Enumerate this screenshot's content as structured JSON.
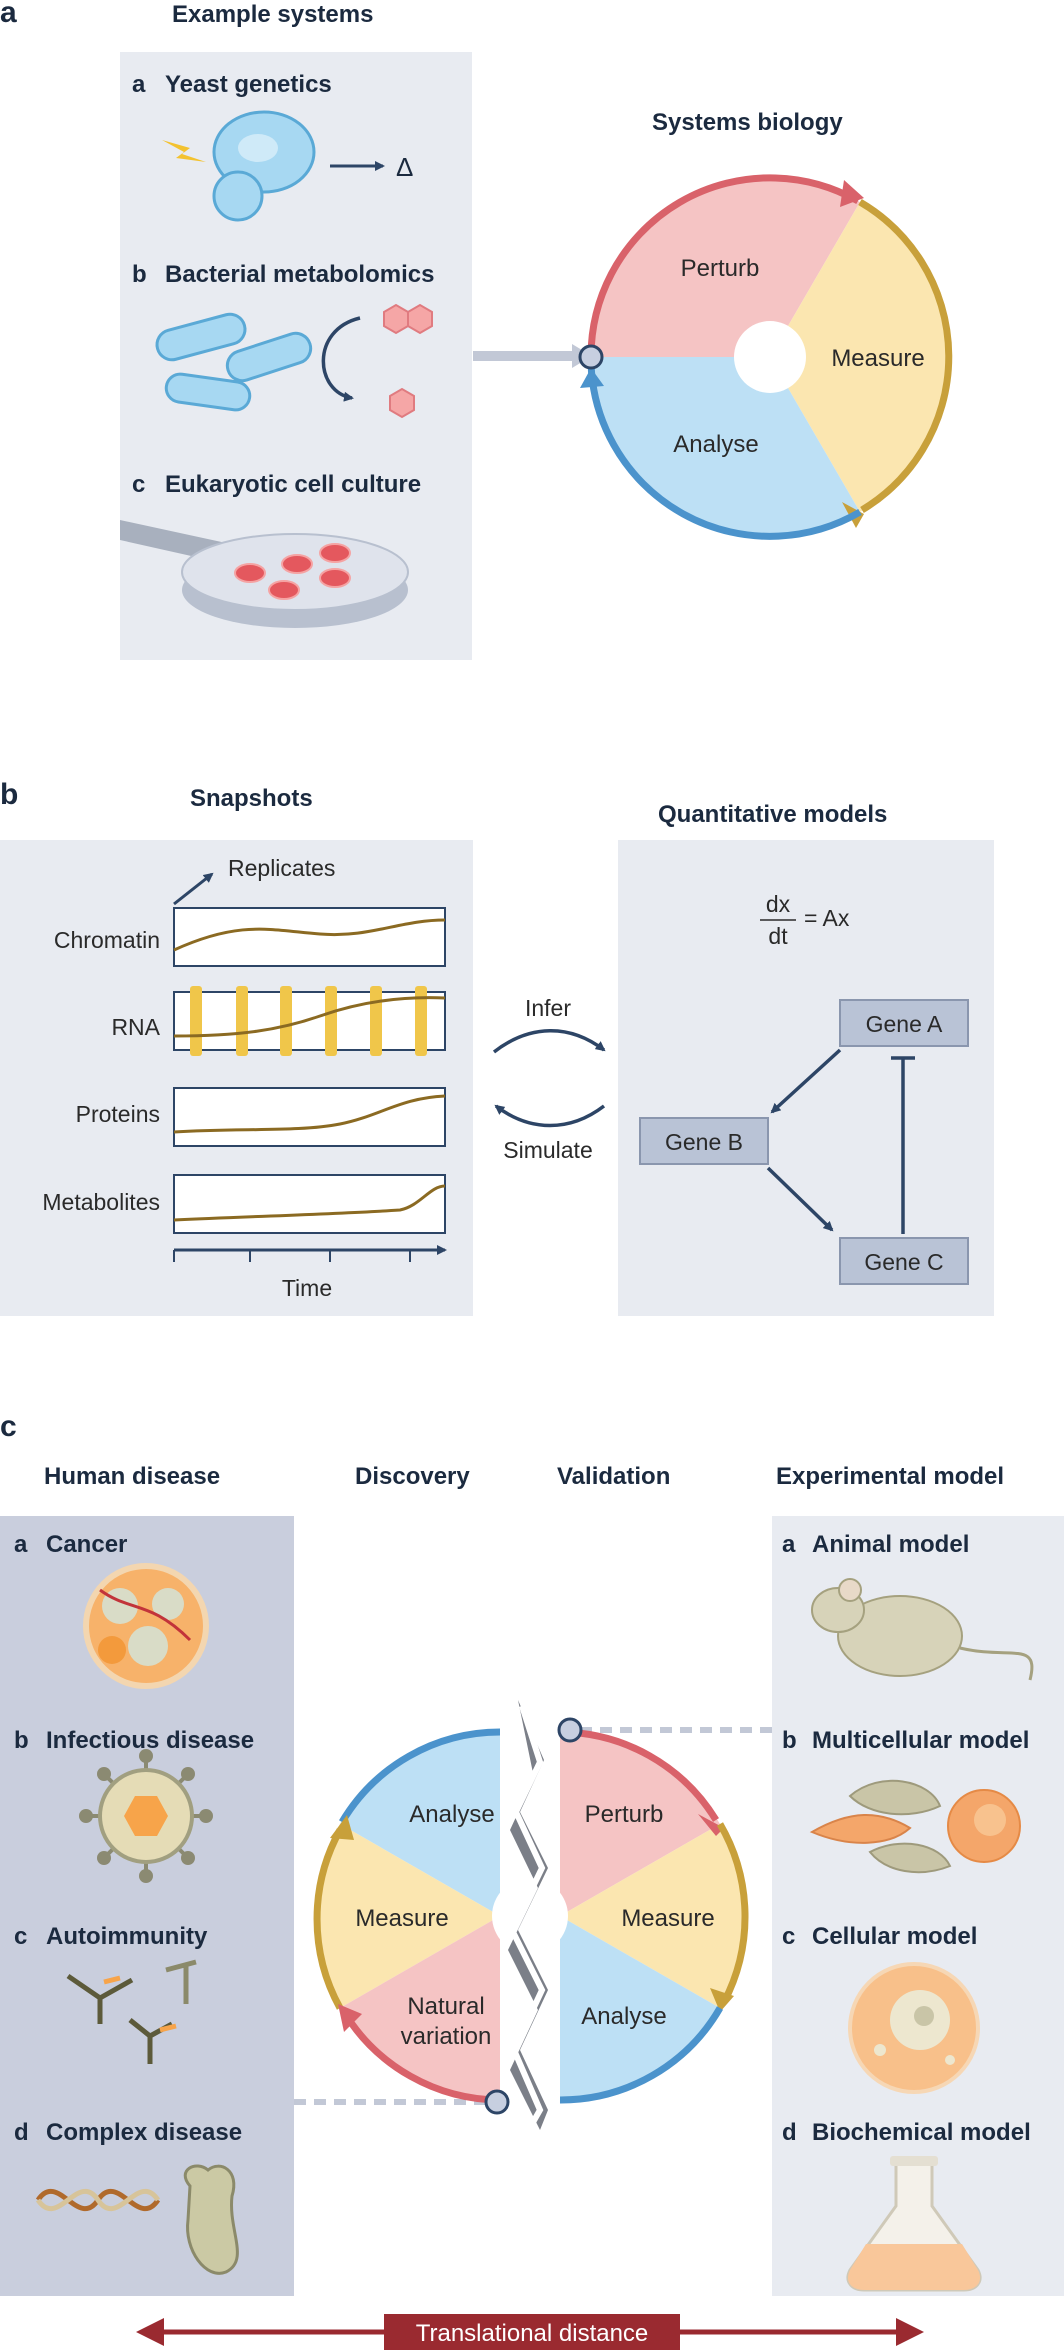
{
  "panel_a": {
    "letter": "a",
    "title": "Example systems",
    "items": [
      {
        "letter": "a",
        "label": "Yeast genetics",
        "symbol": "Δ"
      },
      {
        "letter": "b",
        "label": "Bacterial metabolomics"
      },
      {
        "letter": "c",
        "label": "Eukaryotic cell culture"
      }
    ],
    "cycle_title": "Systems biology",
    "cycle": {
      "perturb": "Perturb",
      "measure": "Measure",
      "analyse": "Analyse"
    }
  },
  "panel_b": {
    "letter": "b",
    "title_left": "Snapshots",
    "title_right": "Quantitative models",
    "replicates": "Replicates",
    "rows": [
      "Chromatin",
      "RNA",
      "Proteins",
      "Metabolites"
    ],
    "time": "Time",
    "infer": "Infer",
    "simulate": "Simulate",
    "equation": {
      "num": "dx",
      "den": "dt",
      "rhs": "= Ax"
    },
    "genes": [
      "Gene A",
      "Gene B",
      "Gene C"
    ]
  },
  "panel_c": {
    "letter": "c",
    "human_title": "Human disease",
    "discovery": "Discovery",
    "validation": "Validation",
    "model_title": "Experimental model",
    "human_items": [
      {
        "letter": "a",
        "label": "Cancer"
      },
      {
        "letter": "b",
        "label": "Infectious disease"
      },
      {
        "letter": "c",
        "label": "Autoimmunity"
      },
      {
        "letter": "d",
        "label": "Complex disease"
      }
    ],
    "model_items": [
      {
        "letter": "a",
        "label": "Animal model"
      },
      {
        "letter": "b",
        "label": "Multicellular model"
      },
      {
        "letter": "c",
        "label": "Cellular model"
      },
      {
        "letter": "d",
        "label": "Biochemical model"
      }
    ],
    "left_cycle": {
      "analyse": "Analyse",
      "measure": "Measure",
      "natural1": "Natural",
      "natural2": "variation"
    },
    "right_cycle": {
      "perturb": "Perturb",
      "measure": "Measure",
      "analyse": "Analyse"
    },
    "translational": "Translational distance"
  },
  "colors": {
    "panel_bg": "#e8ebf1",
    "human_bg": "#c9cedd",
    "perturb": "#f5c4c4",
    "measure": "#fbe6b0",
    "analyse": "#bde0f5",
    "arrow_red": "#d9626a",
    "arrow_gold": "#c8a03a",
    "arrow_blue": "#4b93cc",
    "navy": "#2d4566",
    "curve": "#8b6a22",
    "bar": "#f0c64a",
    "translational": "#9a2a30"
  }
}
